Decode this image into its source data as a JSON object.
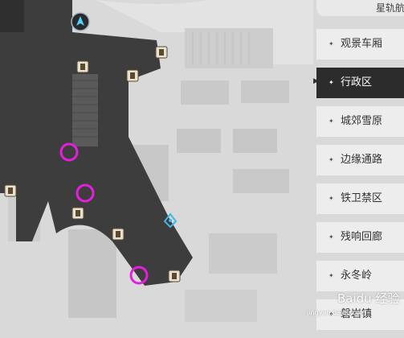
{
  "panel": {
    "title": "星轨航"
  },
  "locations": [
    {
      "label": "观景车厢",
      "active": false
    },
    {
      "label": "行政区",
      "active": true
    },
    {
      "label": "城郊雪原",
      "active": false
    },
    {
      "label": "边缘通路",
      "active": false
    },
    {
      "label": "铁卫禁区",
      "active": false
    },
    {
      "label": "残响回廊",
      "active": false
    },
    {
      "label": "永冬岭",
      "active": false
    },
    {
      "label": "磐岩镇",
      "active": false
    }
  ],
  "map": {
    "markers": [
      "warp-door-icon",
      "player-arrow-icon",
      "quest-marker-circle",
      "teleport-anchor-icon"
    ],
    "highlight_color": "#e51ee0",
    "walkable_color": "#3d3d3d",
    "background_color": "#d9d9d9"
  },
  "watermark": {
    "text": "Baidu 经验",
    "url": "jingyan.baidu.com"
  }
}
